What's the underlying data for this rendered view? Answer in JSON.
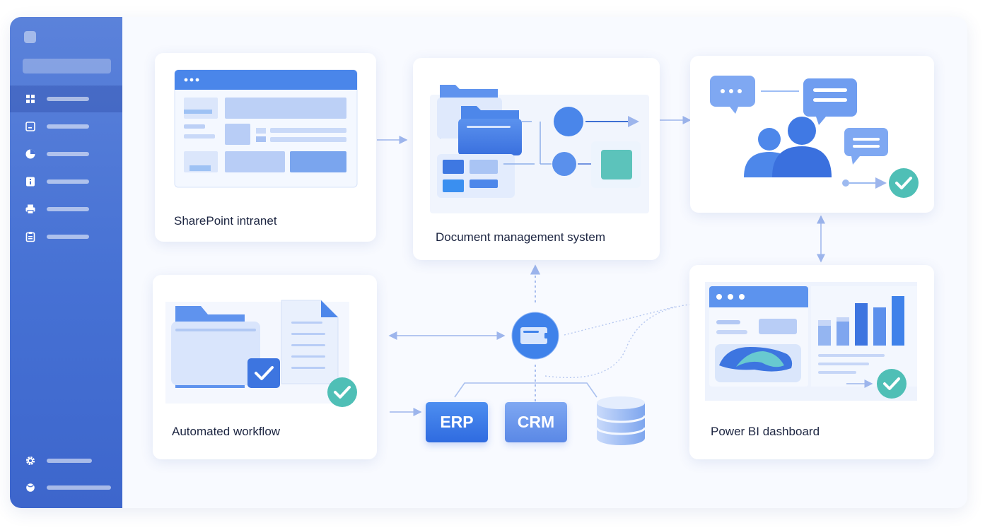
{
  "cards": {
    "sharepoint": {
      "title": "SharePoint intranet"
    },
    "dms": {
      "title": "Document management system"
    },
    "workflow": {
      "title": "Automated workflow"
    },
    "powerbi": {
      "title": "Power BI dashboard"
    }
  },
  "systems": {
    "erp": "ERP",
    "crm": "CRM"
  },
  "icons": {
    "sidebar_top": [
      "grid-icon",
      "document-icon",
      "chart-icon",
      "badge-icon",
      "printer-icon",
      "clipboard-icon"
    ],
    "sidebar_bottom": [
      "gear-icon",
      "support-icon"
    ]
  },
  "colors": {
    "sidebar": "#4a74d6",
    "accent": "#3d75e0",
    "teal": "#4fbfb6",
    "background": "#f8faff"
  }
}
